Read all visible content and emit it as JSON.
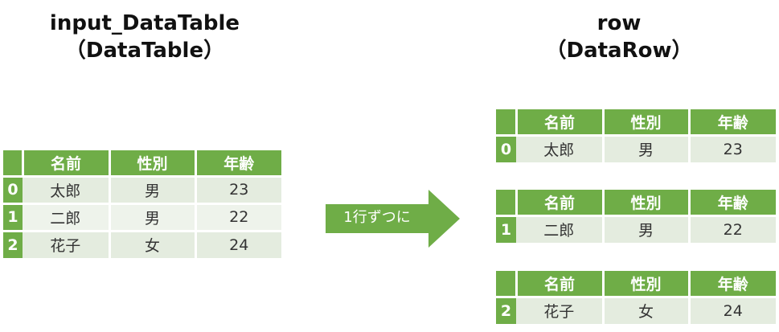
{
  "left_title": {
    "line1": "input_DataTable",
    "line2": "（DataTable）"
  },
  "right_title": {
    "line1": "row",
    "line2": "（DataRow）"
  },
  "headers": [
    "名前",
    "性別",
    "年齢"
  ],
  "rows": [
    {
      "index": "0",
      "name": "太郎",
      "gender": "男",
      "age": "23"
    },
    {
      "index": "1",
      "name": "二郎",
      "gender": "男",
      "age": "22"
    },
    {
      "index": "2",
      "name": "花子",
      "gender": "女",
      "age": "24"
    }
  ],
  "arrow_label": "1行ずつに",
  "colors": {
    "header_green": "#6fad47",
    "cell_light": "#e4ecdf",
    "cell_lighter": "#eef3eb"
  }
}
